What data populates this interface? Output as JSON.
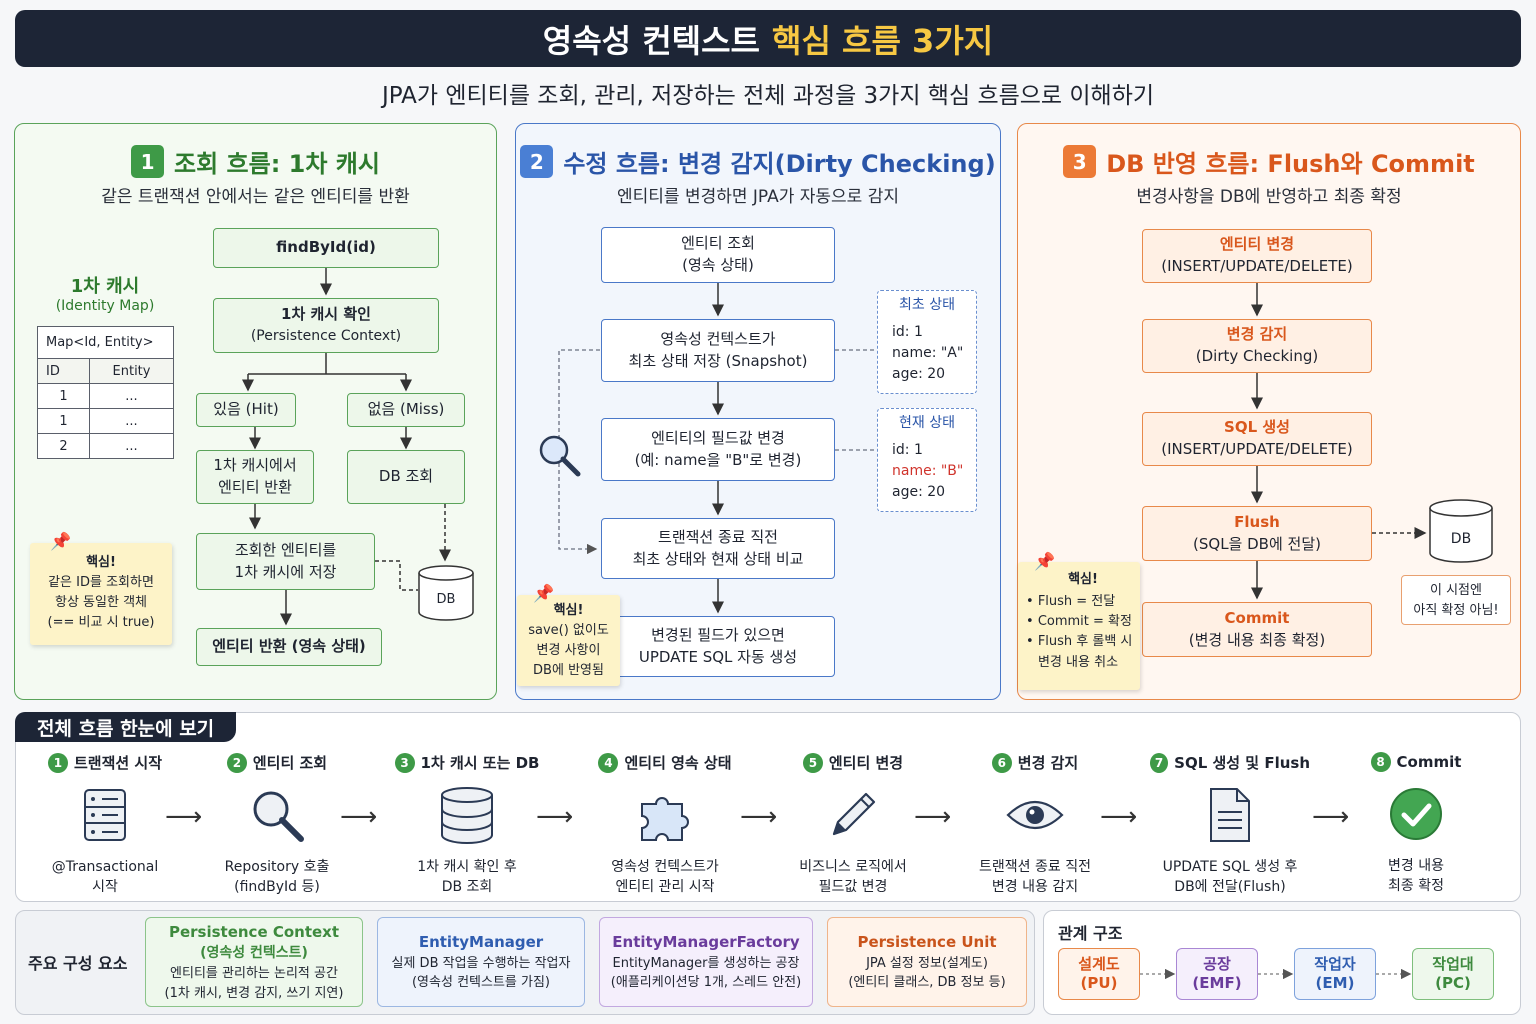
{
  "title": {
    "main": "영속성 컨텍스트",
    "highlight": "핵심 흐름 3가지"
  },
  "subtitle": "JPA가 엔티티를 조회, 관리, 저장하는 전체 과정을 3가지 핵심 흐름으로 이해하기",
  "panel1": {
    "num": "1",
    "title": "조회 흐름: 1차 캐시",
    "subtitle": "같은 트랜잭션 안에서는 같은 엔티티를 반환",
    "cache_title": "1차 캐시",
    "cache_sub": "(Identity Map)",
    "table_header": "Map<Id, Entity>",
    "col_id": "ID",
    "col_entity": "Entity",
    "rows": [
      [
        "1",
        "..."
      ],
      [
        "1",
        "..."
      ],
      [
        "2",
        "..."
      ]
    ],
    "findById": "findById(id)",
    "check": "1차 캐시 확인",
    "check_sub": "(Persistence Context)",
    "hit": "있음 (Hit)",
    "miss": "없음 (Miss)",
    "return1": "1차 캐시에서",
    "return2": "엔티티 반환",
    "dbquery": "DB 조회",
    "store1": "조회한 엔티티를",
    "store2": "1차 캐시에 저장",
    "final": "엔티티 반환 (영속 상태)",
    "db": "DB",
    "note_title": "핵심!",
    "note1": "같은 ID를 조회하면",
    "note2": "항상 동일한 객체",
    "note3": "(== 비교 시 true)"
  },
  "panel2": {
    "num": "2",
    "title": "수정 흐름: 변경 감지(Dirty Checking)",
    "subtitle": "엔티티를 변경하면 JPA가 자동으로 감지",
    "b1a": "엔티티 조회",
    "b1b": "(영속 상태)",
    "b2a": "영속성 컨텍스트가",
    "b2b": "최초 상태 저장 (Snapshot)",
    "b3a": "엔티티의 필드값 변경",
    "b3b": "(예: name을 \"B\"로 변경)",
    "b4a": "트랜잭션 종료 직전",
    "b4b": "최초 상태와 현재 상태 비교",
    "b5a": "변경된 필드가 있으면",
    "b5b": "UPDATE SQL 자동 생성",
    "snap_title": "최초 상태",
    "snap_id": "id:  1",
    "snap_name": "name: \"A\"",
    "snap_age": "age:  20",
    "cur_title": "현재 상태",
    "cur_id": "id:  1",
    "cur_name": "name: \"B\"",
    "cur_age": "age:  20",
    "note_title": "핵심!",
    "note1": "save() 없이도",
    "note2": "변경 사항이",
    "note3": "DB에 반영됨"
  },
  "panel3": {
    "num": "3",
    "title": "DB 반영 흐름: Flush와 Commit",
    "subtitle": "변경사항을 DB에 반영하고 최종 확정",
    "b1a": "엔티티 변경",
    "b1b": "(INSERT/UPDATE/DELETE)",
    "b2a": "변경 감지",
    "b2b": "(Dirty Checking)",
    "b3a": "SQL 생성",
    "b3b": "(INSERT/UPDATE/DELETE)",
    "b4a": "Flush",
    "b4b": "(SQL을 DB에 전달)",
    "b5a": "Commit",
    "b5b": "(변경 내용 최종 확정)",
    "db": "DB",
    "db_note1": "이 시점엔",
    "db_note2": "아직 확정 아님!",
    "note_title": "핵심!",
    "note1": "Flush = 전달",
    "note2": "Commit = 확정",
    "note3": "Flush 후 롤백 시",
    "note4": "변경 내용 취소"
  },
  "overview": {
    "title": "전체 흐름 한눈에 보기",
    "steps": [
      {
        "n": "1",
        "head": "트랜잭션 시작",
        "d1": "@Transactional",
        "d2": "시작",
        "icon": "server-icon"
      },
      {
        "n": "2",
        "head": "엔티티 조회",
        "d1": "Repository 호출",
        "d2": "(findById 등)",
        "icon": "magnifier-icon"
      },
      {
        "n": "3",
        "head": "1차 캐시 또는 DB",
        "d1": "1차 캐시 확인 후",
        "d2": "DB 조회",
        "icon": "database-icon"
      },
      {
        "n": "4",
        "head": "엔티티 영속 상태",
        "d1": "영속성 컨텍스트가",
        "d2": "엔티티 관리 시작",
        "icon": "puzzle-icon"
      },
      {
        "n": "5",
        "head": "엔티티 변경",
        "d1": "비즈니스 로직에서",
        "d2": "필드값 변경",
        "icon": "pencil-icon"
      },
      {
        "n": "6",
        "head": "변경 감지",
        "d1": "트랜잭션 종료 직전",
        "d2": "변경 내용 감지",
        "icon": "eye-icon"
      },
      {
        "n": "7",
        "head": "SQL 생성 및 Flush",
        "d1": "UPDATE SQL 생성 후",
        "d2": "DB에 전달(Flush)",
        "icon": "document-icon"
      },
      {
        "n": "8",
        "head": "Commit",
        "d1": "변경 내용",
        "d2": "최종 확정",
        "icon": "check-circle-icon"
      }
    ]
  },
  "components": {
    "label": "주요 구성 요소",
    "items": [
      {
        "t1": "Persistence Context",
        "t2": "(영속성 컨텍스트)",
        "d1": "엔티티를 관리하는 논리적 공간",
        "d2": "(1차 캐시, 변경 감지, 쓰기 지연)",
        "color": "#3e8a3e"
      },
      {
        "t1": "EntityManager",
        "t2": "",
        "d1": "실제 DB 작업을 수행하는 작업자",
        "d2": "(영속성 컨텍스트를 가짐)",
        "color": "#2f5db0"
      },
      {
        "t1": "EntityManagerFactory",
        "t2": "",
        "d1": "EntityManager를 생성하는 공장",
        "d2": "(애플리케이션당 1개, 스레드 안전)",
        "color": "#6a3c9c"
      },
      {
        "t1": "Persistence Unit",
        "t2": "",
        "d1": "JPA 설정 정보(설계도)",
        "d2": "(엔티티 클래스, DB 정보 등)",
        "color": "#c9541c"
      }
    ]
  },
  "relation": {
    "title": "관계 구조",
    "items": [
      {
        "a": "설계도",
        "b": "(PU)",
        "color": "#d9571c"
      },
      {
        "a": "공장",
        "b": "(EMF)",
        "color": "#6a3c9c"
      },
      {
        "a": "작업자",
        "b": "(EM)",
        "color": "#2f5db0"
      },
      {
        "a": "작업대",
        "b": "(PC)",
        "color": "#3e8a3e"
      }
    ]
  }
}
